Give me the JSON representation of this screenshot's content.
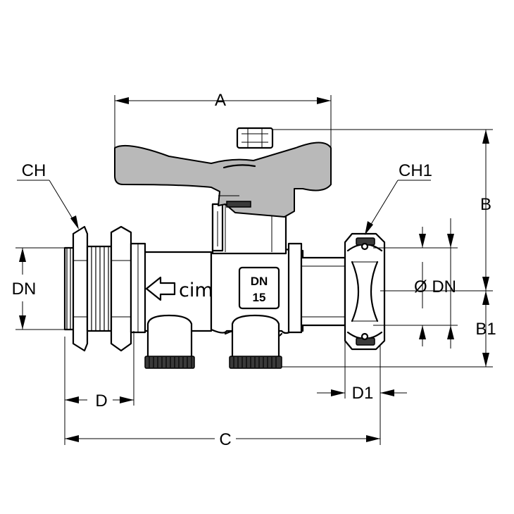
{
  "labels": {
    "A": "A",
    "B": "B",
    "B1": "B1",
    "C": "C",
    "D": "D",
    "D1": "D1",
    "CH": "CH",
    "CH1": "CH1",
    "DN_left": "DN",
    "DN_right": "Ø DN"
  },
  "body_marking": {
    "line1": "DN",
    "line2": "15"
  },
  "brand": {
    "logo": "cim"
  }
}
